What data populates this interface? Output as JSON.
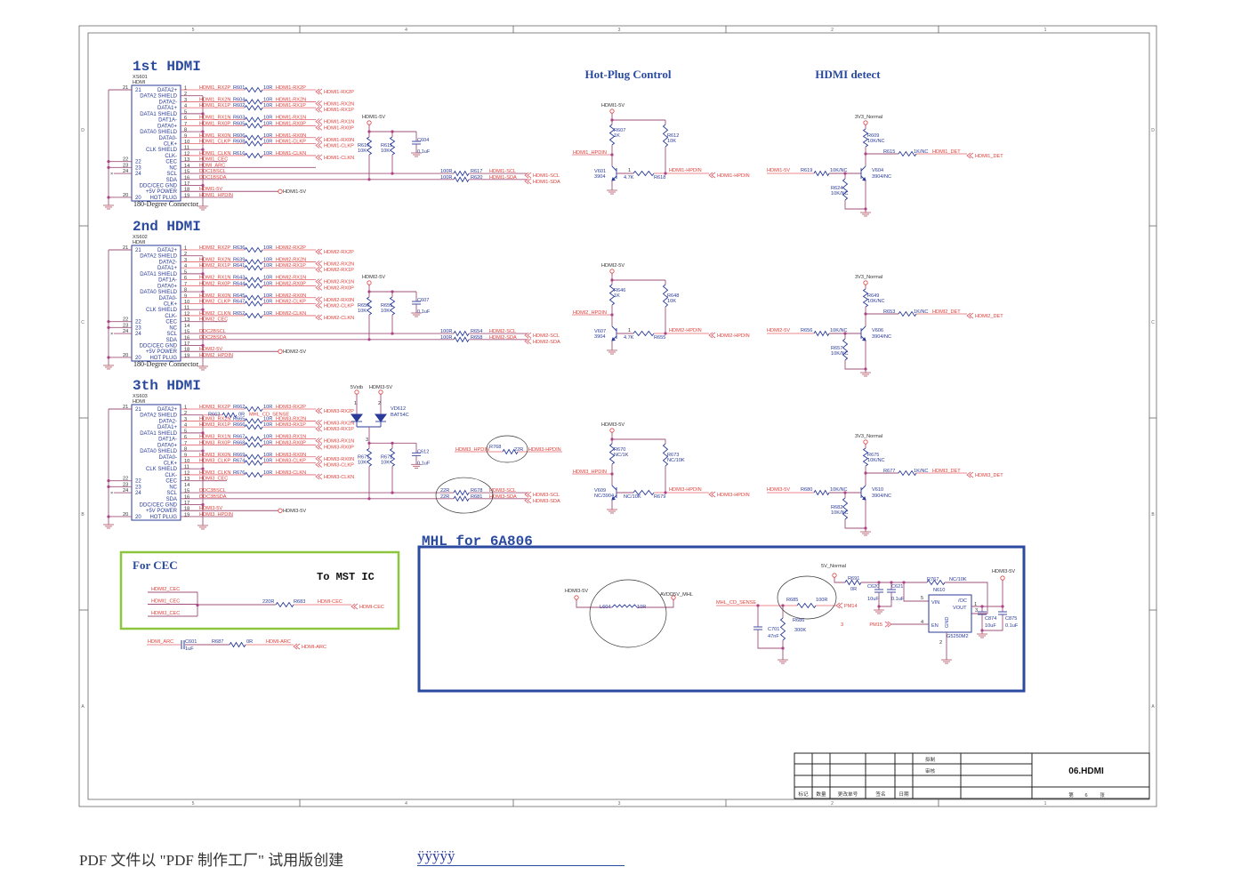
{
  "connector_pins": [
    "DATA2+",
    "DATA2 SHIELD",
    "DATA2-",
    "DATA1+",
    "DATA1 SHIELD",
    "DAT1A-",
    "DATA0+",
    "DATA0 SHIELD",
    "DATA0-",
    "CLK+",
    "CLK SHIELD",
    "CLK-",
    "CEC",
    "NC",
    "SCL",
    "SDA",
    "DDC/CEC GND",
    "+5V POWER",
    "HOT PLUG"
  ],
  "left_pins": [
    "21",
    "22",
    "23",
    "24",
    "20"
  ],
  "sections": [
    {
      "title": "1st HDMI",
      "ref": "XS601",
      "type": "HDMI",
      "note": "180-Degree Connector",
      "signals": [
        {
          "pin": 1,
          "net": "HDMI1_RX2P",
          "res": "R601",
          "val": "10R",
          "out": "HDMI1-RX2P"
        },
        {
          "pin": 3,
          "net": "HDMI1_RX2N",
          "res": "R604",
          "val": "10R",
          "out": "HDMI1-RX2N"
        },
        {
          "pin": 4,
          "net": "HDMI1_RX1P",
          "res": "R602",
          "val": "10R",
          "out": "HDMI1-RX1P"
        },
        {
          "pin": 6,
          "net": "HDMI1_RX1N",
          "res": "R603",
          "val": "10R",
          "out": "HDMI1-RX1N"
        },
        {
          "pin": 7,
          "net": "HDMI1_RX0P",
          "res": "R605",
          "val": "10R",
          "out": "HDMI1-RX0P"
        },
        {
          "pin": 9,
          "net": "HDMI1_RX0N",
          "res": "R606",
          "val": "10R",
          "out": "HDMI1-RX0N"
        },
        {
          "pin": 10,
          "net": "HDMI1_CLKP",
          "res": "R608",
          "val": "10R",
          "out": "HDMI1-CLKP"
        },
        {
          "pin": 12,
          "net": "HDMI1_CLKN",
          "res": "R616",
          "val": "10R",
          "out": "HDMI1-CLKN"
        }
      ],
      "aux": {
        "cec": "HDMI1_CEC",
        "arc": "HDMI_ARC",
        "scl": "DDC1BSCL",
        "sda": "DDC1BSDA",
        "pwr": "HDMI1-5V",
        "hpd": "HDMI1_HPDIN"
      },
      "pullup": {
        "rail": "HDMI1-5V",
        "r1": "R610",
        "r1_val": "10K",
        "r2": "R611",
        "r2_val": "10K",
        "cap": "C604",
        "cap_val": "0.1uF"
      },
      "ddc": {
        "val": "100R",
        "scl_res": "R617",
        "sda_res": "R620",
        "scl": "HDMI1-SCL",
        "sda": "HDMI1-SDA"
      },
      "hotplug": {
        "rail": "HDMI1-5V",
        "r_top": "R607",
        "r_top_val": "1K",
        "r_pull": "R612",
        "r_pull_val": "10K",
        "input": "HDMI1_HPDIN",
        "q": "V601",
        "q_part": "3904",
        "pin": "1",
        "r_base_val": "4.7K",
        "r_base": "R618",
        "out": "HDMI1-HPDIN"
      },
      "detect": {
        "rail": "3V3_Normal",
        "r_top": "R609",
        "r_top_val": "10K/NC",
        "r_out": "R615",
        "r_out_val": "1K/NC",
        "out": "HDMI1_DET",
        "input": "HDMI1-5V",
        "r_in": "R619",
        "r_in_val": "10K/NC",
        "q": "V604",
        "q_part": "3904/NC",
        "r_bot": "R624",
        "r_bot_val": "10K/NC"
      }
    },
    {
      "title": "2nd HDMI",
      "ref": "XS602",
      "type": "HDMI",
      "note": "180-Degree Connector",
      "signals": [
        {
          "pin": 1,
          "net": "HDMI2_RX2P",
          "res": "R636",
          "val": "10R",
          "out": "HDMI2-RX2P"
        },
        {
          "pin": 3,
          "net": "HDMI2_RX2N",
          "res": "R639",
          "val": "10R",
          "out": "HDMI2-RX2N"
        },
        {
          "pin": 4,
          "net": "HDMI2_RX1P",
          "res": "R641",
          "val": "10R",
          "out": "HDMI2-RX1P"
        },
        {
          "pin": 6,
          "net": "HDMI2_RX1N",
          "res": "R643",
          "val": "10R",
          "out": "HDMI2-RX1N"
        },
        {
          "pin": 7,
          "net": "HDMI2_RX0P",
          "res": "R644",
          "val": "10R",
          "out": "HDMI2-RX0P"
        },
        {
          "pin": 9,
          "net": "HDMI2_RX0N",
          "res": "R645",
          "val": "10R",
          "out": "HDMI2-RX0N"
        },
        {
          "pin": 10,
          "net": "HDMI2_CLKP",
          "res": "R647",
          "val": "10R",
          "out": "HDMI2-CLKP"
        },
        {
          "pin": 12,
          "net": "HDMI2_CLKN",
          "res": "R652",
          "val": "10R",
          "out": "HDMI2-CLKN"
        }
      ],
      "aux": {
        "cec": "HDMI2_CEC",
        "scl": "DDC2BSCL",
        "sda": "DDC2BSDA",
        "pwr": "HDMI2-5V",
        "hpd": "HDMI2_HPDIN"
      },
      "pullup": {
        "rail": "HDMI2-5V",
        "r1": "R650",
        "r1_val": "10K",
        "r2": "R651",
        "r2_val": "10K",
        "cap": "C607",
        "cap_val": "0.1uF"
      },
      "ddc": {
        "val": "100R",
        "scl_res": "R654",
        "sda_res": "R658",
        "scl": "HDMI2-SCL",
        "sda": "HDMI2-SDA"
      },
      "hotplug": {
        "rail": "HDMI2-5V",
        "r_top": "R646",
        "r_top_val": "1K",
        "r_pull": "R648",
        "r_pull_val": "10K",
        "input": "HDMI2_HPDIN",
        "q": "V607",
        "q_part": "3904",
        "pin": "1",
        "r_base_val": "4.7K",
        "r_base": "R655",
        "out": "HDMI2-HPDIN"
      },
      "detect": {
        "rail": "3V3_Normal",
        "r_top": "R649",
        "r_top_val": "10K/NC",
        "r_out": "R653",
        "r_out_val": "1K/NC",
        "out": "HDMI2_DET",
        "input": "HDMI2-5V",
        "r_in": "R656",
        "r_in_val": "10K/NC",
        "q": "V606",
        "q_part": "3904/NC",
        "r_bot": "R657",
        "r_bot_val": "10K/NC"
      }
    },
    {
      "title": "3th HDMI",
      "ref": "XS603",
      "type": "HDMI",
      "note": "",
      "signals": [
        {
          "pin": 1,
          "net": "HDMI3_RX2P",
          "res": "R662",
          "val": "10R",
          "out": "HDMI3-RX2P"
        },
        {
          "pin": 3,
          "net": "HDMI3_RX2N",
          "res": "R665",
          "val": "10R",
          "out": "HDMI3-RX2N"
        },
        {
          "pin": 4,
          "net": "HDMI3_RX1P",
          "res": "R666",
          "val": "10R",
          "out": "HDMI3-RX1P"
        },
        {
          "pin": 6,
          "net": "HDMI3_RX1N",
          "res": "R667",
          "val": "10R",
          "out": "HDMI3-RX1N"
        },
        {
          "pin": 7,
          "net": "HDMI3_RX0P",
          "res": "R668",
          "val": "10R",
          "out": "HDMI3-RX0P"
        },
        {
          "pin": 9,
          "net": "HDMI3_RX0N",
          "res": "R669",
          "val": "10R",
          "out": "HDMI3-RX0N"
        },
        {
          "pin": 10,
          "net": "HDMI3_CLKP",
          "res": "R674",
          "val": "10R",
          "out": "HDMI3-CLKP"
        },
        {
          "pin": 12,
          "net": "HDMI3_CLKN",
          "res": "R676",
          "val": "10R",
          "out": "HDMI3-CLKN"
        }
      ],
      "aux": {
        "cec": "HDMI3_CEC",
        "scl": "DDC3BSCL",
        "sda": "DDC3BSDA",
        "pwr": "HDMI3-5V",
        "hpd": "HDMI3_HPDIN"
      },
      "mhl_sense": {
        "res": "R663",
        "val": "0R",
        "net": "MHL_CD_SENSE"
      },
      "diode": {
        "rail1": "5Vstb",
        "rail2": "HDMI3-5V",
        "ref": "VD612",
        "part": "BAT54C",
        "pin1": "1",
        "pin2": "2",
        "pin3": "3"
      },
      "pullup": {
        "r1": "R671",
        "r1_val": "10K",
        "r2": "R672",
        "r2_val": "10K",
        "cap": "C612",
        "cap_val": "0.1uF"
      },
      "ddc": {
        "val": "22R",
        "scl_res": "R678",
        "sda_res": "R681",
        "scl": "HDMI3-SCL",
        "sda": "HDMI3-SDA"
      },
      "hpd_series": {
        "input": "HDMI3_HPDIN",
        "res": "R768",
        "val": "22R",
        "out": "HDMI3-HPDIN"
      },
      "hotplug": {
        "rail": "HDMI3-5V",
        "r_top": "R670",
        "r_top_val": "NC/1K",
        "r_pull": "R673",
        "r_pull_val": "NC/10K",
        "input": "HDMI3_HPDIN",
        "q": "V609",
        "q_part": "NC/3904",
        "pin": "",
        "r_base_val": "NC/10K",
        "r_base": "R679",
        "out": "HDMI3-HPDIN"
      },
      "detect": {
        "rail": "3V3_Normal",
        "r_top": "R675",
        "r_top_val": "10K/NC",
        "r_out": "R677",
        "r_out_val": "1K/NC",
        "out": "HDMI3_DET",
        "input": "HDMI3-5V",
        "r_in": "R680",
        "r_in_val": "10K/NC",
        "q": "V610",
        "q_part": "3904/NC",
        "r_bot": "R682",
        "r_bot_val": "10K/NC"
      }
    }
  ],
  "headings": {
    "hotplug": "Hot-Plug Control",
    "detect": "HDMI detect"
  },
  "cec": {
    "title": "For CEC",
    "dest": "To MST IC",
    "inputs": [
      "HDMI2_CEC",
      "HDMI1_CEC",
      "HDMI3_CEC"
    ],
    "val": "220R",
    "res": "R683",
    "net": "HDMI-CEC",
    "port": "HDMI-CEC"
  },
  "arc": {
    "input": "HDMI_ARC",
    "cap": "C601",
    "cap_val": "1uF",
    "res": "R687",
    "val": "0R",
    "net": "HDMI-ARC",
    "port": "HDMI-ARC"
  },
  "mhl": {
    "title": "MHL for 6A806",
    "filter": {
      "rail_in": "HDMI3-5V",
      "ind": "L604",
      "ind_val": "10R",
      "rail_out": "AVDD5V_MHL"
    },
    "sense": {
      "net": "MHL_CD_SENSE",
      "res": "R685",
      "res_val": "100R",
      "port": "PM14",
      "r2": "R686",
      "r2_val": "300K",
      "cap": "C701",
      "cap_val": "47nF",
      "note": "3"
    },
    "reg": {
      "rail_in": "5V_Normal",
      "r_in": "R691",
      "r_in_val": "0R",
      "c1": "C620",
      "c1_val": "10uF",
      "c2": "C621",
      "c2_val": "0.1uF",
      "r_oc": "R767",
      "r_oc_val": "NC/10K",
      "ref": "N610",
      "part": "G5250M2",
      "vin": "VIN",
      "oc": "/OC",
      "vout": "VOUT",
      "en": "EN",
      "gnd": "GND",
      "p_vin": "5",
      "p_oc": "3",
      "p_vout": "1",
      "p_en": "4",
      "p_gnd": "2",
      "en_port": "PM15",
      "rail_out": "HDMI3-5V",
      "c3": "C874",
      "c3_val": "10uF",
      "c4": "C875",
      "c4_val": "0.1uF"
    }
  },
  "title_block": {
    "drawn": "拟制",
    "checked": "审核",
    "sheet_title": "06.HDMI",
    "cols": [
      "标记",
      "数量",
      "更改单号",
      "签名",
      "日期"
    ],
    "sheet_prefix": "第",
    "sheet_no": "6",
    "sheet_suffix": "张"
  },
  "frame": {
    "cols": [
      "5",
      "4",
      "3",
      "2",
      "1"
    ],
    "rows": [
      "D",
      "C",
      "B",
      "A"
    ]
  },
  "footer": {
    "text": "PDF 文件以 \"PDF 制作工厂\" 试用版创建",
    "mark": "ÿÿÿÿÿ"
  }
}
